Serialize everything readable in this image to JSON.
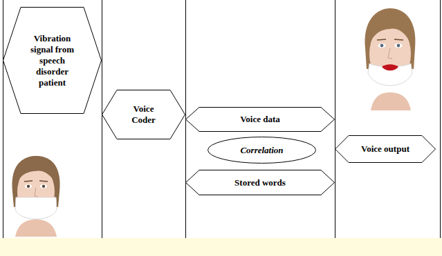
{
  "diagram": {
    "nodes": [
      {
        "text": [
          "Vibration signal from speech disorder patient"
        ]
      },
      {
        "text": [
          "Voice Coder"
        ]
      },
      {
        "text": [
          "Voice data"
        ]
      },
      {
        "text": [
          "Correlation"
        ]
      },
      {
        "text": [
          "Stored words"
        ]
      },
      {
        "text": [
          "Voice output"
        ]
      }
    ]
  }
}
